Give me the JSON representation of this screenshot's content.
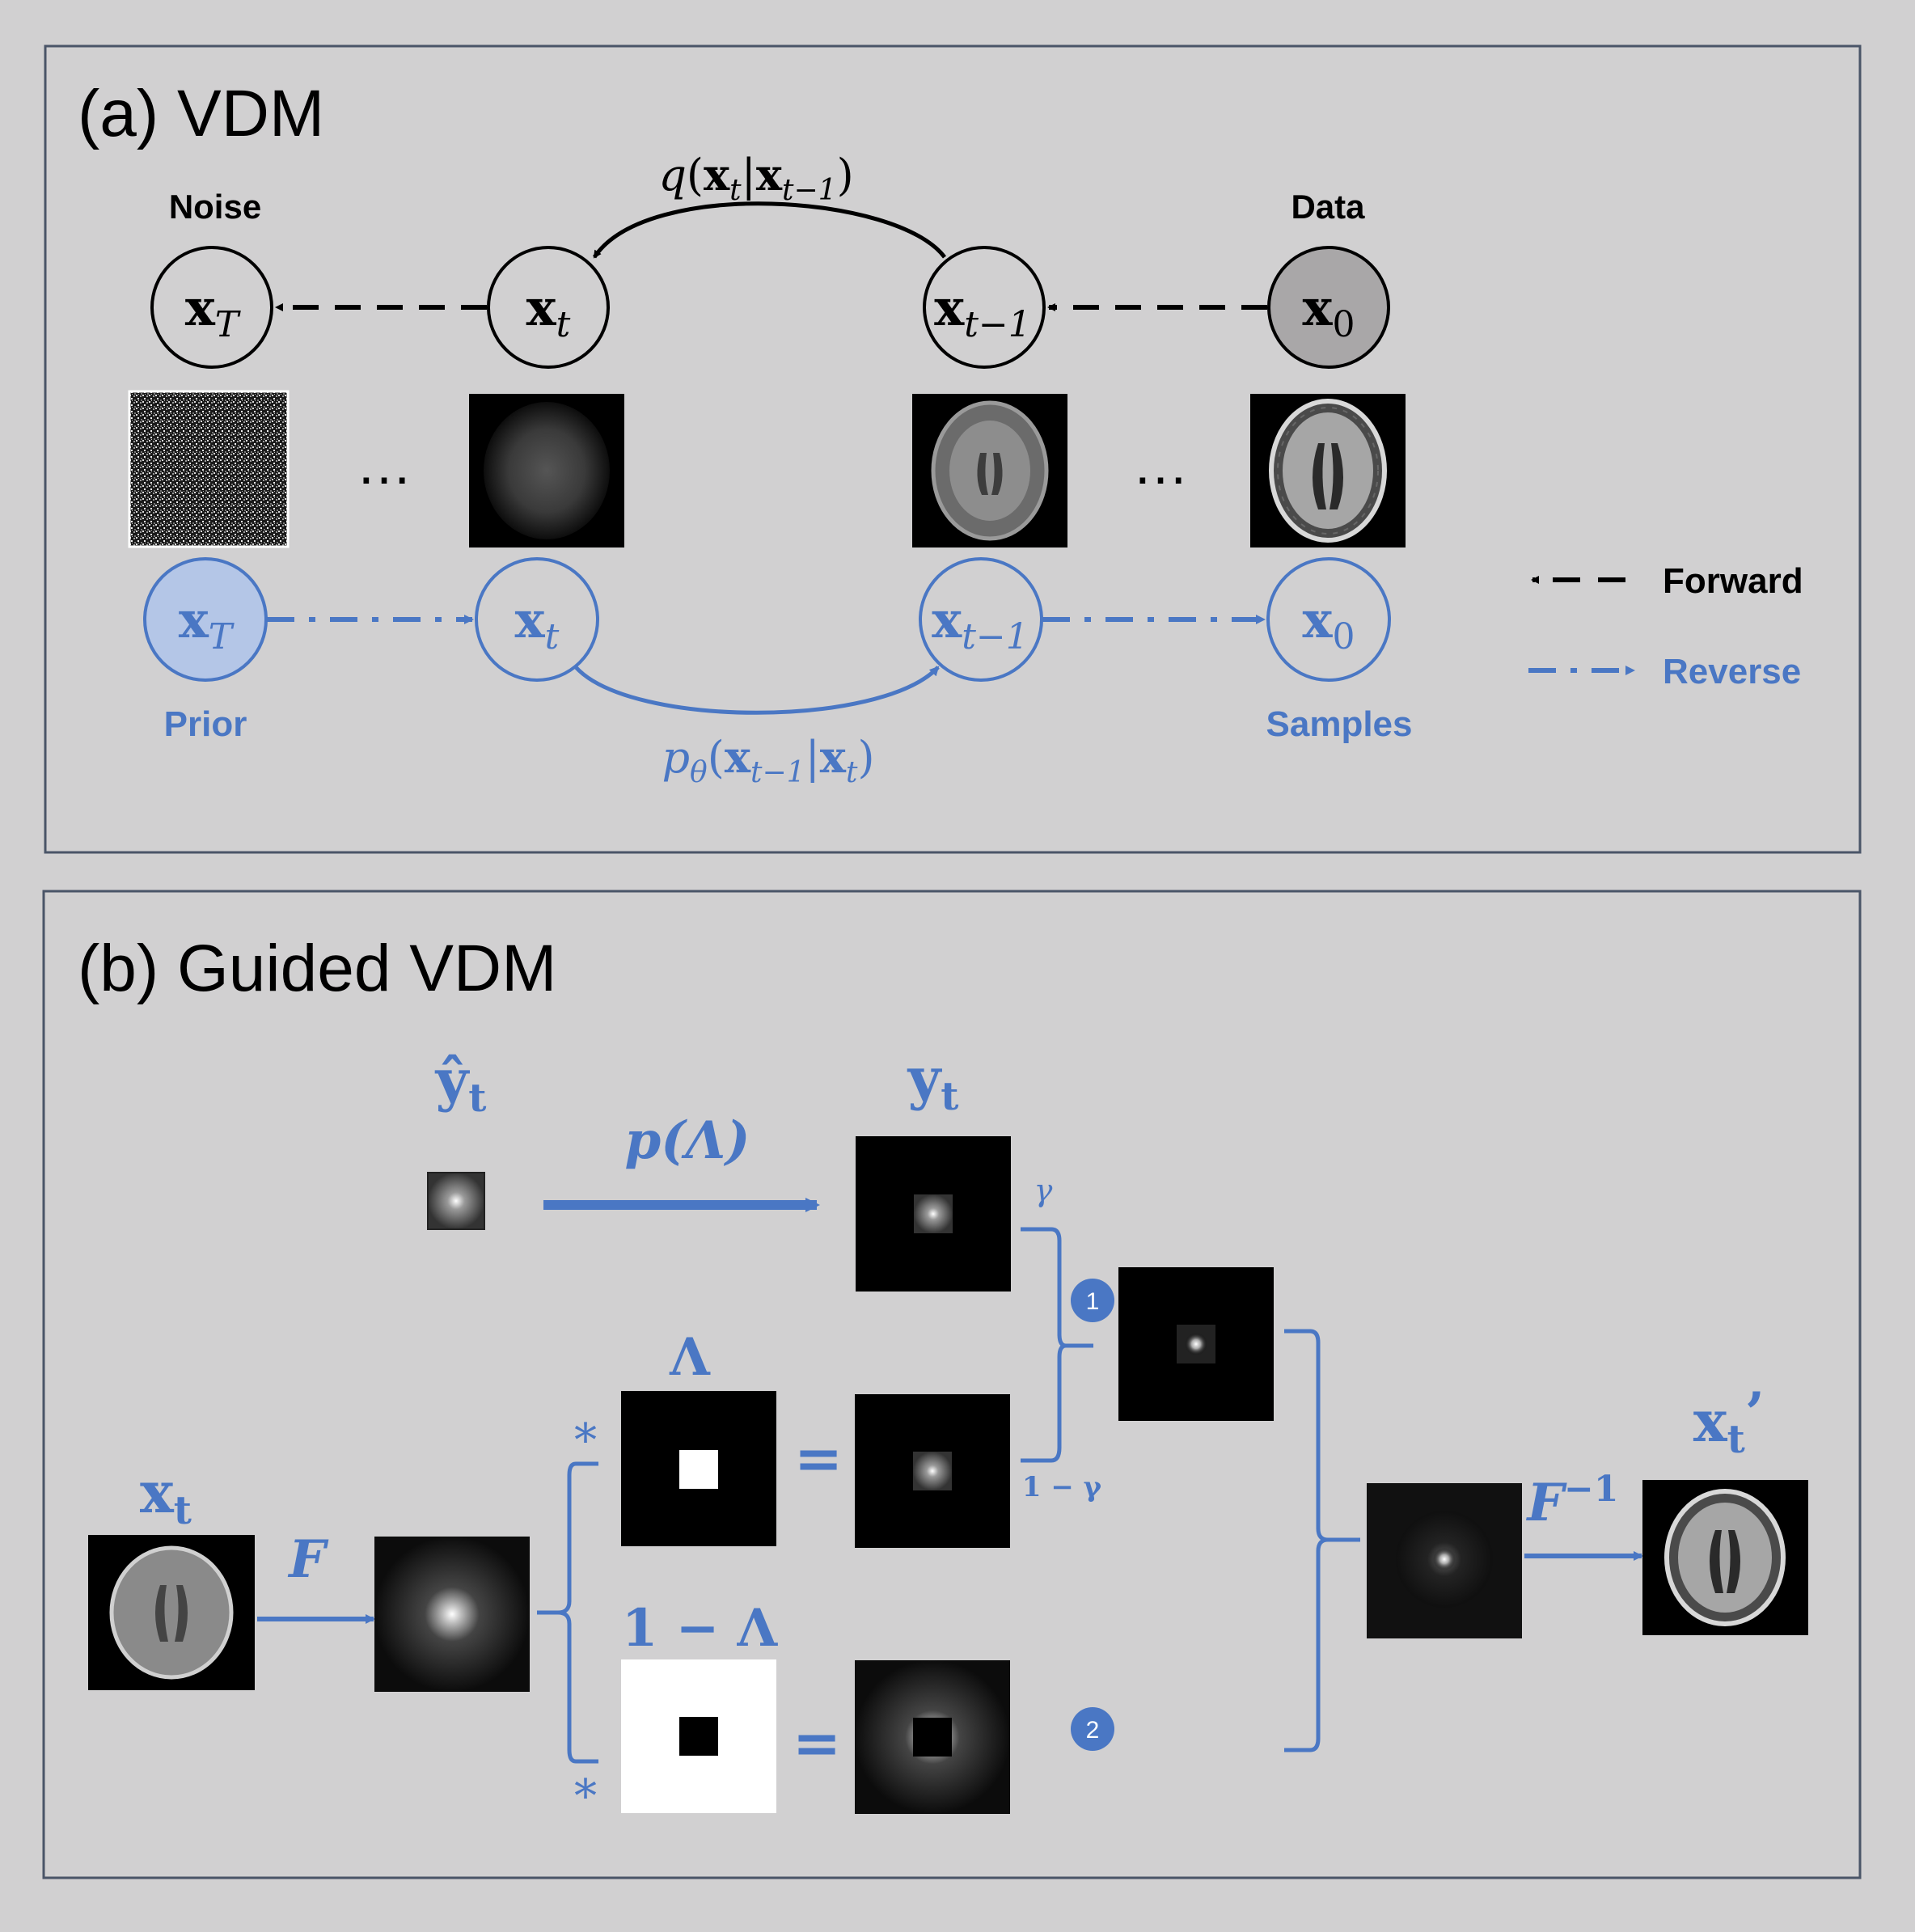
{
  "panel_a": {
    "title": "(a) VDM",
    "noise_label": "Noise",
    "data_label": "Data",
    "prior_label": "Prior",
    "samples_label": "Samples",
    "forward_top": {
      "q": "q",
      "open": "(",
      "x": "x",
      "sub_t": "t",
      "bar": "|",
      "x2": "x",
      "sub_t1": "t−1",
      "close": ")"
    },
    "reverse_bottom": {
      "p": "p",
      "sub_theta": "θ",
      "open": "(",
      "x": "x",
      "sub_t1": "t−1",
      "bar": "|",
      "x2": "x",
      "sub_t": "t",
      "close": ")"
    },
    "node_base": "x",
    "sub_T": "T",
    "sub_t": "t",
    "sub_t1": "t−1",
    "sub_0": "0",
    "ellipsis": "…",
    "legend": {
      "forward": "Forward",
      "reverse": "Reverse"
    }
  },
  "panel_b": {
    "title": "(b) Guided VDM",
    "yhat_base": "ŷ",
    "yhat_sub": "t",
    "p_lambda": "p(Λ)",
    "y_base": "y",
    "y_sub": "t",
    "lambda": "Λ",
    "one_minus_lambda": "1 − Λ",
    "x_base": "x",
    "x_sub": "t",
    "xprime_base": "x",
    "xprime_sub": "t",
    "xprime_mark": "’",
    "F": "F",
    "Finv_base": "F",
    "Finv_exp": "−1",
    "gamma": "γ",
    "one_minus_gamma": "1 − γ",
    "star": "*",
    "equals": "=",
    "badge1": "1",
    "badge2": "2"
  },
  "colors": {
    "background": "#d1d0d1",
    "blue": "#4a77c4",
    "prior_fill": "#b4c6e7",
    "data_fill": "#a9a7a8",
    "border": "#4a5568"
  }
}
